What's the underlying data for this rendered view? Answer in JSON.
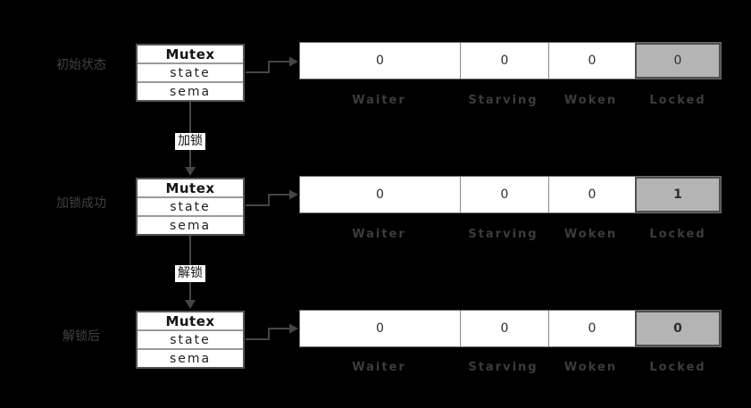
{
  "canvas": {
    "background": "#000000"
  },
  "columns": [
    "Waiter",
    "Starving",
    "Woken",
    "Locked"
  ],
  "mutex_box": {
    "title": "Mutex",
    "fields": [
      "state",
      "sema"
    ]
  },
  "rows": [
    {
      "label": "初始状态",
      "values": [
        "0",
        "0",
        "0",
        "0"
      ],
      "locked_changed": false
    },
    {
      "label": "加锁成功",
      "values": [
        "0",
        "0",
        "0",
        "1"
      ],
      "locked_changed": true
    },
    {
      "label": "解锁后",
      "values": [
        "0",
        "0",
        "0",
        "0"
      ],
      "locked_changed": true
    }
  ],
  "transitions": [
    {
      "label": "加锁"
    },
    {
      "label": "解锁"
    }
  ],
  "colors": {
    "locked_cell_bg": "#b4b4b4",
    "cell_bg": "#ffffff",
    "muted_label": "#3f3f3f",
    "arrow": "#454545"
  }
}
